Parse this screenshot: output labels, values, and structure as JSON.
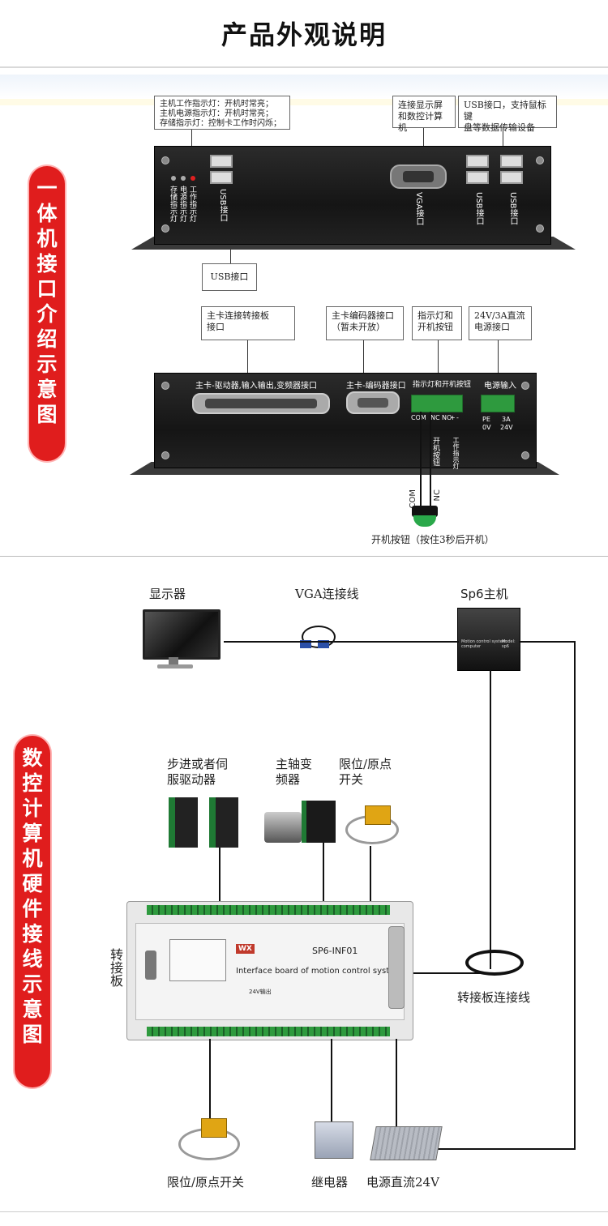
{
  "page": {
    "title": "产品外观说明"
  },
  "section1": {
    "badge": "一体机接口介绍示意图",
    "top_panel": {
      "callout_leds": [
        "主机工作指示灯：开机时常亮；",
        "主机电源指示灯：开机时常亮；",
        "存储指示灯：控制卡工作时闪烁；"
      ],
      "callout_display": [
        "连接显示屏",
        "和数控计算机"
      ],
      "callout_usb_right": [
        "USB接口，支持鼠标键",
        "盘等数据传输设备"
      ],
      "callout_usb_left": "USB接口",
      "led_labels": [
        "工作指示灯",
        "电源指示灯",
        "存储指示灯"
      ],
      "port_labels": [
        "USB接口",
        "VGA接口",
        "USB接口",
        "USB接口"
      ]
    },
    "bottom_panel": {
      "callout_main": [
        "主卡连接转接板",
        "接口"
      ],
      "callout_encoder": [
        "主卡编码器接口",
        "（暂未开放）"
      ],
      "callout_button": [
        "指示灯和",
        "开机按钮"
      ],
      "callout_power": [
        "24V/3A直流",
        "电源接口"
      ],
      "panel_labels": [
        "主卡-驱动器,输入输出,变频器接口",
        "主卡-编码器接口",
        "指示灯和开机按钮",
        "电源输入"
      ],
      "terminal_labels": [
        "COM",
        "NC",
        "NO",
        "+",
        "-",
        "0V",
        "PE",
        "24V",
        "3A"
      ],
      "vertical_labels": [
        "开机按钮",
        "工作指示灯"
      ],
      "wire_labels": [
        "COM",
        "NC"
      ],
      "button_caption": "开机按钮（按住3秒后开机）"
    }
  },
  "section2": {
    "badge": "数控计算机硬件接线示意图",
    "labels": {
      "monitor": "显示器",
      "vga": "VGA连接线",
      "host": "Sp6主机",
      "driver": [
        "步进或者伺",
        "服驱动器"
      ],
      "spindle": [
        "主轴变",
        "频器"
      ],
      "limit_top": [
        "限位/原点",
        "开关"
      ],
      "board": "转接板",
      "board_cable": "转接板连接线",
      "limit_bottom": "限位/原点开关",
      "relay": "继电器",
      "psu": "电源直流24V"
    },
    "board_text": {
      "model": "SP6-INF01",
      "desc": "Interface board of motion control system",
      "logo": "WX",
      "v24": "24V输出"
    },
    "host_text": [
      "Motion control system computer",
      "Model: sp6"
    ]
  },
  "colors": {
    "badge_red": "#e01d1d",
    "terminal_green": "#2e9a3e",
    "device_black": "#1a1a1a"
  }
}
